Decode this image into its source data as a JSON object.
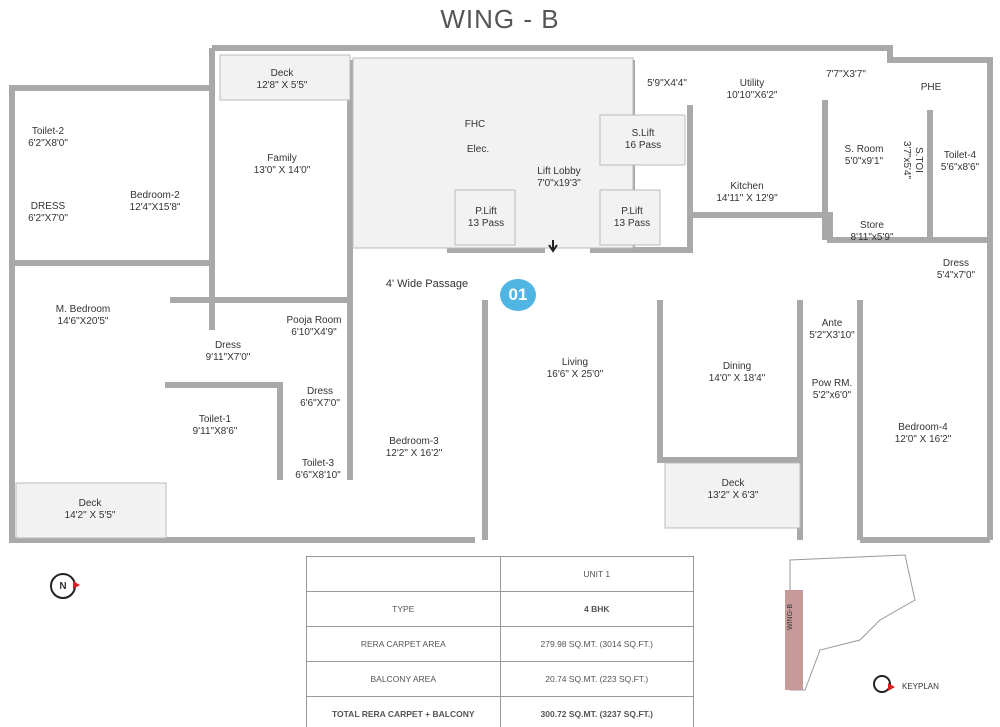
{
  "title": "WING - B",
  "unit_badge": "01",
  "passage": "4' Wide Passage",
  "rooms": {
    "toilet2": [
      "Toilet-2",
      "6'2\"X8'0\""
    ],
    "dress_a": [
      "DRESS",
      "6'2\"X7'0\""
    ],
    "bedroom2": [
      "Bedroom-2",
      "12'4\"X15'8\""
    ],
    "deck_top": [
      "Deck",
      "12'8\" X 5'5\""
    ],
    "family": [
      "Family",
      "13'0\" X 14'0\""
    ],
    "fhc": [
      "FHC"
    ],
    "elec": [
      "Elec."
    ],
    "plift1": [
      "P.Lift",
      "13 Pass"
    ],
    "lobby": [
      "Lift Lobby",
      "7'0\"x19'3\""
    ],
    "slift": [
      "S.Lift",
      "16 Pass"
    ],
    "plift2": [
      "P.Lift",
      "13 Pass"
    ],
    "dim1": [
      "5'9\"X4'4\""
    ],
    "utility": [
      "Utility",
      "10'10\"X6'2\""
    ],
    "dim2": [
      "7'7\"X3'7\""
    ],
    "phe": [
      "PHE"
    ],
    "sroom": [
      "S. Room",
      "5'0\"x9'1\""
    ],
    "stoi": [
      "S.TOI",
      "3'7\"x5'4\""
    ],
    "toilet4": [
      "Toilet-4",
      "5'6\"x8'6\""
    ],
    "kitchen": [
      "Kitchen",
      "14'11\" X 12'9\""
    ],
    "store": [
      "Store",
      "8'11\"x5'9\""
    ],
    "dress_b": [
      "Dress",
      "5'4\"x7'0\""
    ],
    "mbed": [
      "M. Bedroom",
      "14'6\"X20'5\""
    ],
    "pooja": [
      "Pooja Room",
      "6'10\"X4'9\""
    ],
    "dress_c": [
      "Dress",
      "9'11\"X7'0\""
    ],
    "toilet1": [
      "Toilet-1",
      "9'11\"X8'6\""
    ],
    "dress_d": [
      "Dress",
      "6'6\"X7'0\""
    ],
    "toilet3": [
      "Toilet-3",
      "6'6\"X8'10\""
    ],
    "bedroom3": [
      "Bedroom-3",
      "12'2\" X 16'2\""
    ],
    "living": [
      "Living",
      "16'6\" X 25'0\""
    ],
    "dining": [
      "Dining",
      "14'0\" X 18'4\""
    ],
    "ante": [
      "Ante",
      "5'2\"X3'10\""
    ],
    "powrm": [
      "Pow RM.",
      "5'2\"x6'0\""
    ],
    "bedroom4": [
      "Bedroom-4",
      "12'0\" X 16'2\""
    ],
    "deck_bl": [
      "Deck",
      "14'2\" X 5'5\""
    ],
    "deck_br": [
      "Deck",
      "13'2\" X 6'3\""
    ]
  },
  "area_table": {
    "header": [
      "",
      "UNIT 1"
    ],
    "rows": [
      [
        "TYPE",
        "4 BHK"
      ],
      [
        "RERA CARPET AREA",
        "279.98 SQ.MT. (3014 SQ.FT.)"
      ],
      [
        "BALCONY AREA",
        "20.74 SQ.MT. (223 SQ.FT.)"
      ],
      [
        "TOTAL RERA CARPET + BALCONY",
        "300.72 SQ.MT. (3237 SQ.FT.)"
      ]
    ]
  },
  "compass": "N",
  "keyplan": {
    "label": "KEYPLAN",
    "wing": "WING-B"
  },
  "colors": {
    "wall": "#a9a9a9",
    "badge": "#4fb6e3",
    "compass_arrow": "#d62020"
  }
}
